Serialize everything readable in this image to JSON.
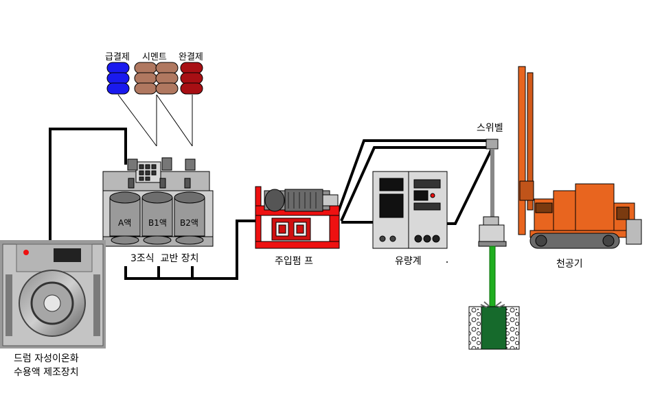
{
  "labels": {
    "accelerator": "급결제",
    "cement": "시멘트",
    "retarder": "완결제",
    "swivel": "스위벨",
    "mixer": "3조식  교반 장치",
    "tank_a": "A액",
    "tank_b1": "B1액",
    "tank_b2": "B2액",
    "pump": "주입펌 프",
    "flowmeter": "유량계",
    "drill_rig": "천공기",
    "drum_line1": "드럼 자성이온화",
    "drum_line2": "수용액 제조장치"
  },
  "colors": {
    "accelerator": "#1a1aee",
    "cement": "#b07860",
    "retarder": "#a80f14",
    "pump_frame": "#ee1111",
    "drill": "#e8651f",
    "rod": "#1fae1f",
    "grout": "#166a2c"
  },
  "icons": [
    "drum-washer-photo",
    "drill-rig-machine",
    "pump-unit",
    "flow-meter-cabinet",
    "swivel-joint"
  ]
}
